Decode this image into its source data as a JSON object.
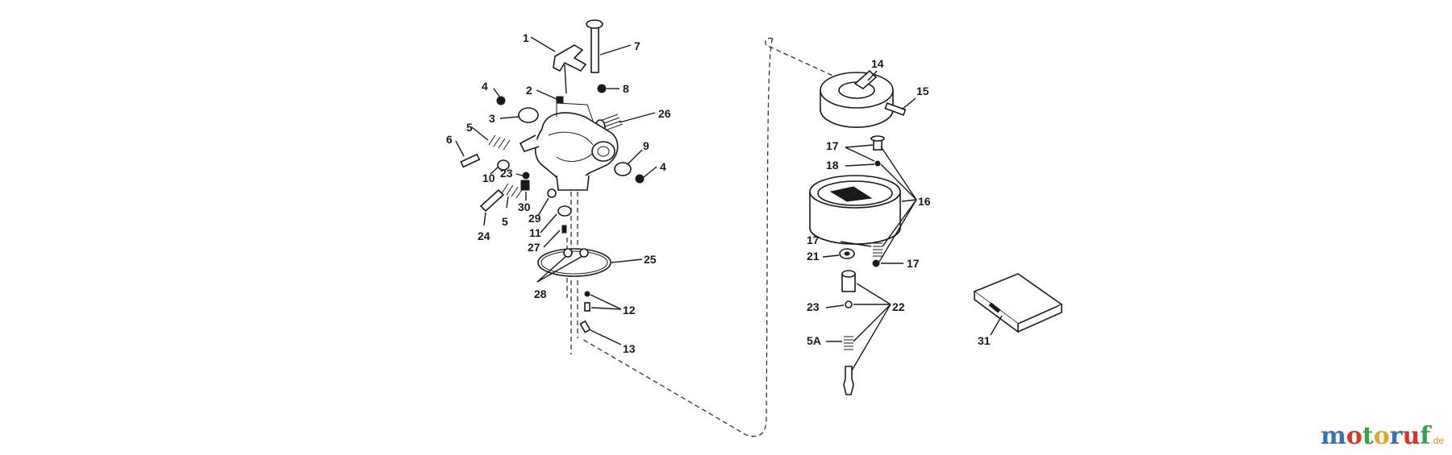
{
  "diagram": {
    "labels_left": [
      "1",
      "2",
      "3",
      "4",
      "5",
      "6",
      "7",
      "8",
      "26",
      "9",
      "4",
      "10",
      "23",
      "30",
      "5",
      "24",
      "29",
      "11",
      "27",
      "25",
      "28",
      "12",
      "13"
    ],
    "labels_right": [
      "14",
      "15",
      "17",
      "18",
      "16",
      "21",
      "17",
      "17",
      "23",
      "22",
      "5A"
    ],
    "labels_other": [
      "31"
    ]
  },
  "brand": {
    "letters": [
      "m",
      "o",
      "t",
      "o",
      "r",
      "u",
      "f"
    ],
    "letter_colors": [
      "#3a6fb6",
      "#d9352b",
      "#3aa04a",
      "#e6a420",
      "#3a6fb6",
      "#d9352b",
      "#3aa04a"
    ],
    "tld": ".de"
  }
}
